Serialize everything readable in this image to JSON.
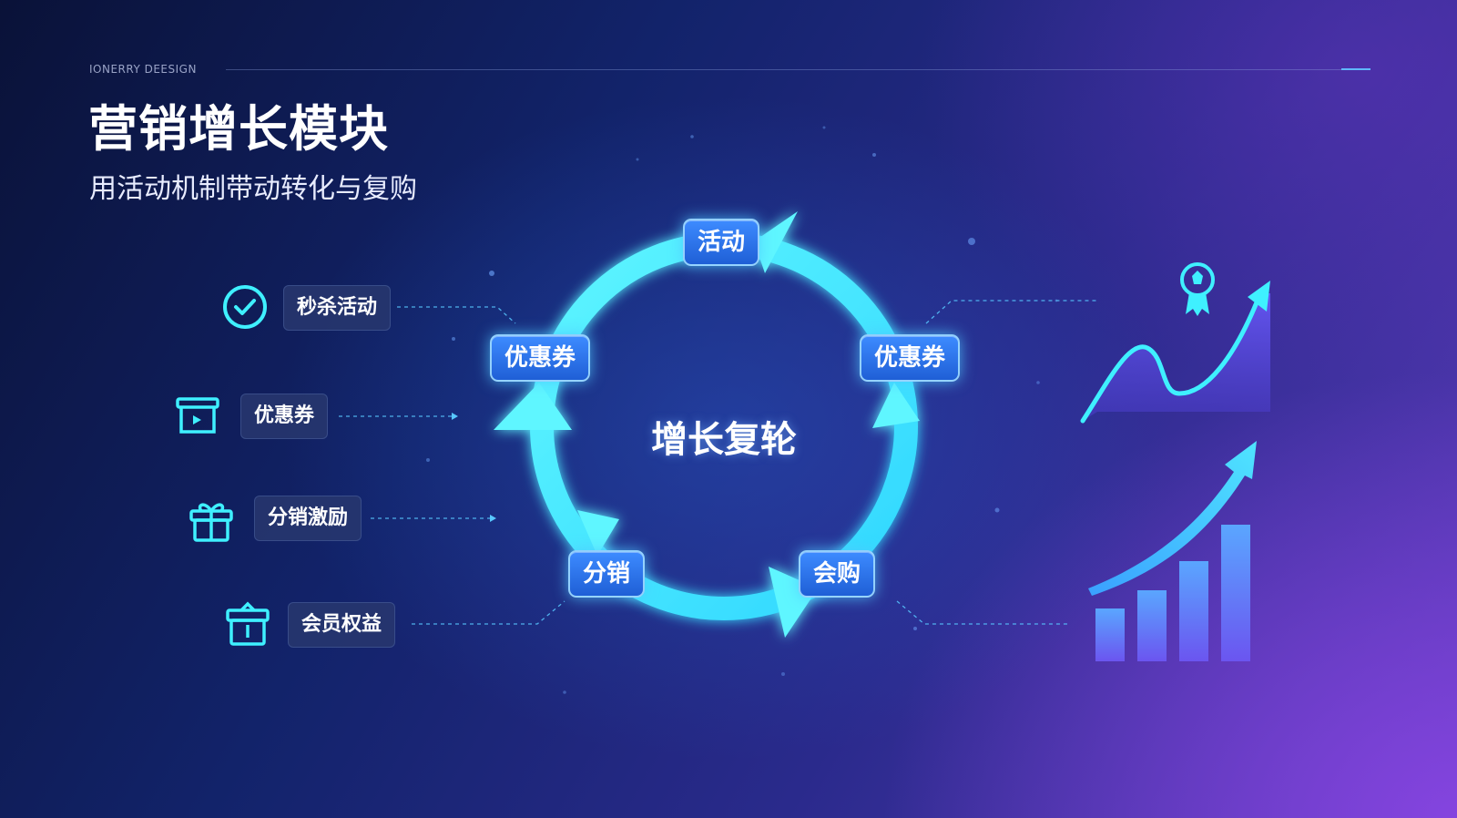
{
  "header": {
    "brand": "IONERRY DEESIGN",
    "title": "营销增长模块",
    "subtitle": "用活动机制带动转化与复购"
  },
  "features": [
    {
      "label": "秒杀活动",
      "icon": "check-circle-icon"
    },
    {
      "label": "优惠券",
      "icon": "ticket-icon"
    },
    {
      "label": "分销激励",
      "icon": "gift-icon"
    },
    {
      "label": "会员权益",
      "icon": "gift-box-icon"
    }
  ],
  "cycle": {
    "center": "增长复轮",
    "nodes": [
      "活动",
      "优惠券",
      "会购",
      "分销",
      "优惠券"
    ]
  },
  "colors": {
    "accent_cyan": "#3ff0ff",
    "node_blue": "#2f7cf0",
    "chart_purple": "#7b5cff"
  },
  "icons": {
    "award": "award-ribbon-icon",
    "trend": "trend-up-icon",
    "bars": "growth-bar-chart-icon"
  }
}
